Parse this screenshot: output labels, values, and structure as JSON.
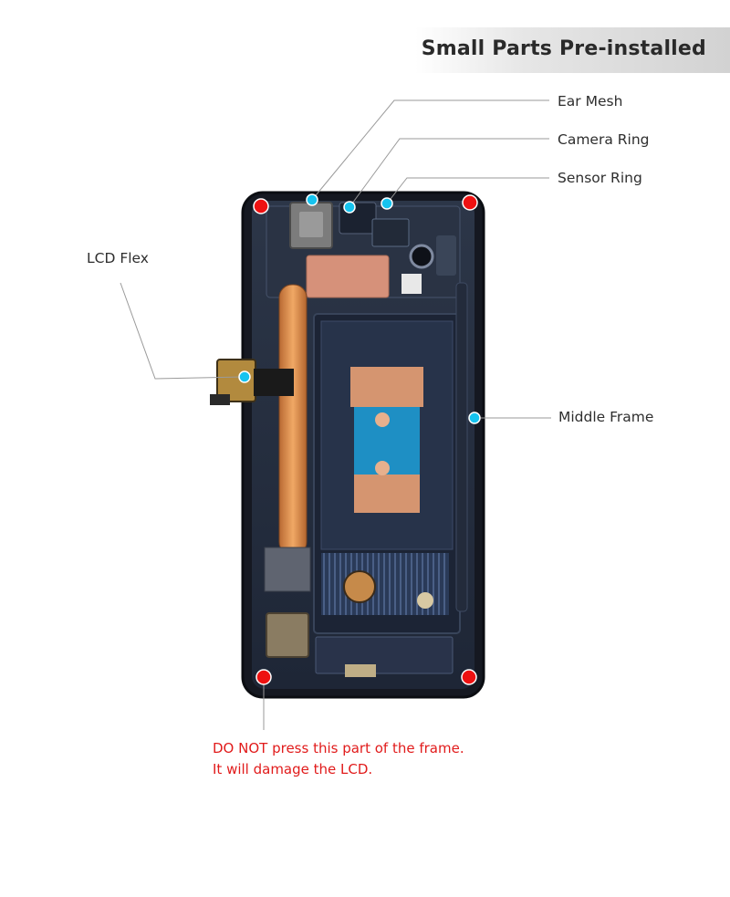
{
  "banner": {
    "title": "Small Parts Pre-installed"
  },
  "callouts": {
    "ear_mesh": "Ear Mesh",
    "camera_ring": "Camera Ring",
    "sensor_ring": "Sensor Ring",
    "lcd_flex": "LCD Flex",
    "middle_frame": "Middle Frame"
  },
  "warning": {
    "line1": "DO NOT press this part of the frame.",
    "line2": "It will damage the LCD."
  },
  "colors": {
    "marker_blue": "#16c3ef",
    "marker_red": "#ee1111",
    "warning_text": "#e11b1b",
    "frame": "#1b1f2a",
    "copper": "#d59570",
    "teal_plate": "#1e8fc4"
  }
}
